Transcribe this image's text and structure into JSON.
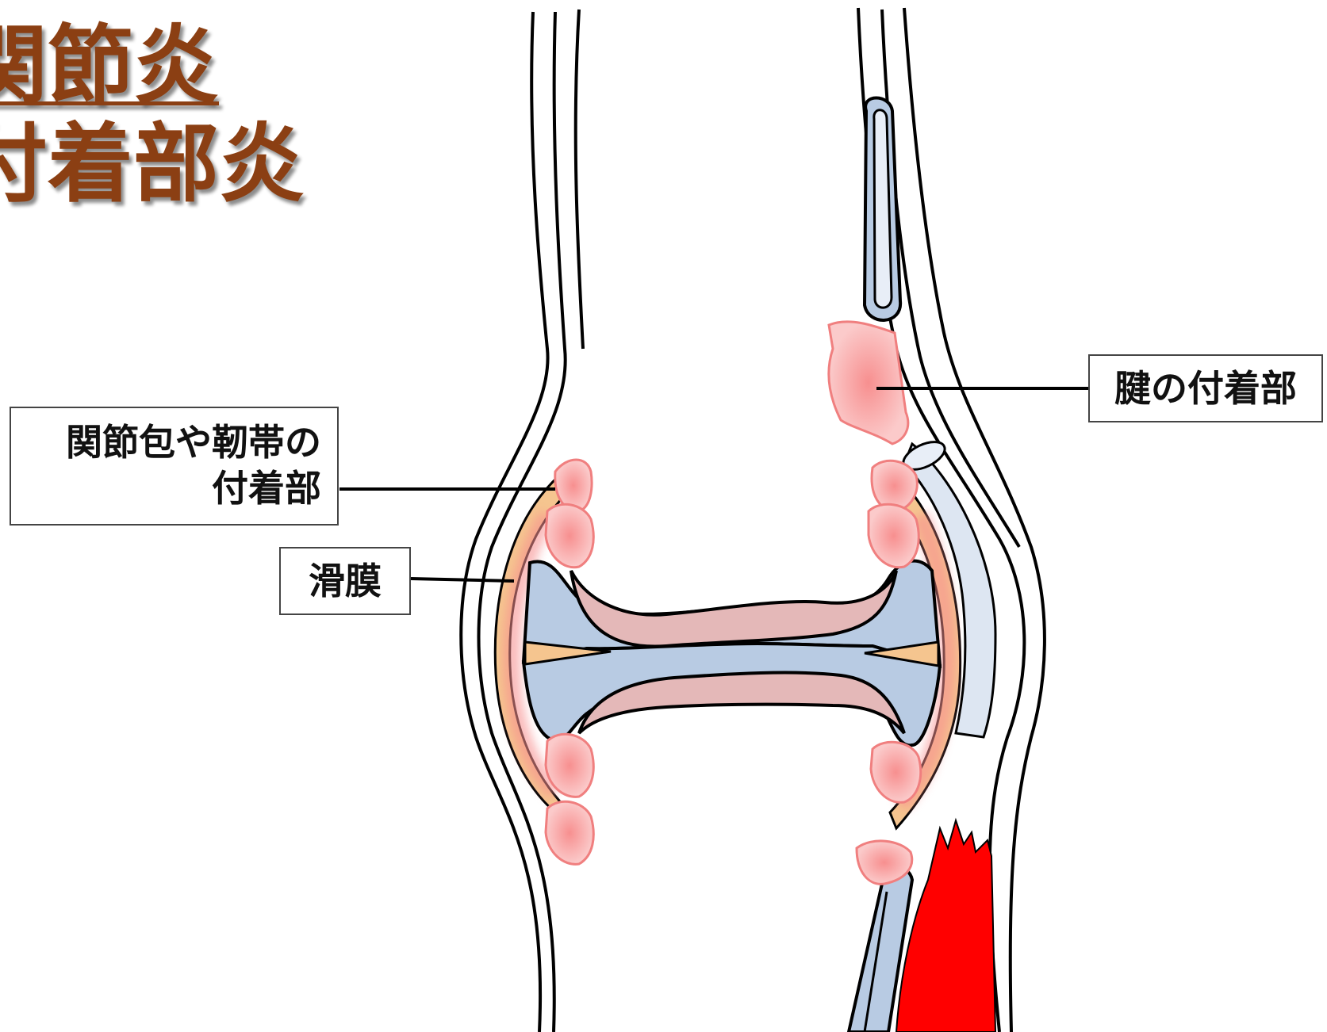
{
  "title": {
    "line1": "関節炎",
    "line2": "付着部炎"
  },
  "labels": {
    "capsule_ligament_line1": "関節包や靭帯の",
    "capsule_ligament_line2": "付着部",
    "synovium": "滑膜",
    "tendon_attachment": "腱の付着部"
  },
  "colors": {
    "title": "#8b3f13",
    "bone": "#b8cbe3",
    "cartilage": "#e4b8b8",
    "inflammation": "#f7a8a8",
    "synovium": "#f5c58f",
    "muscle": "#ff0000"
  }
}
